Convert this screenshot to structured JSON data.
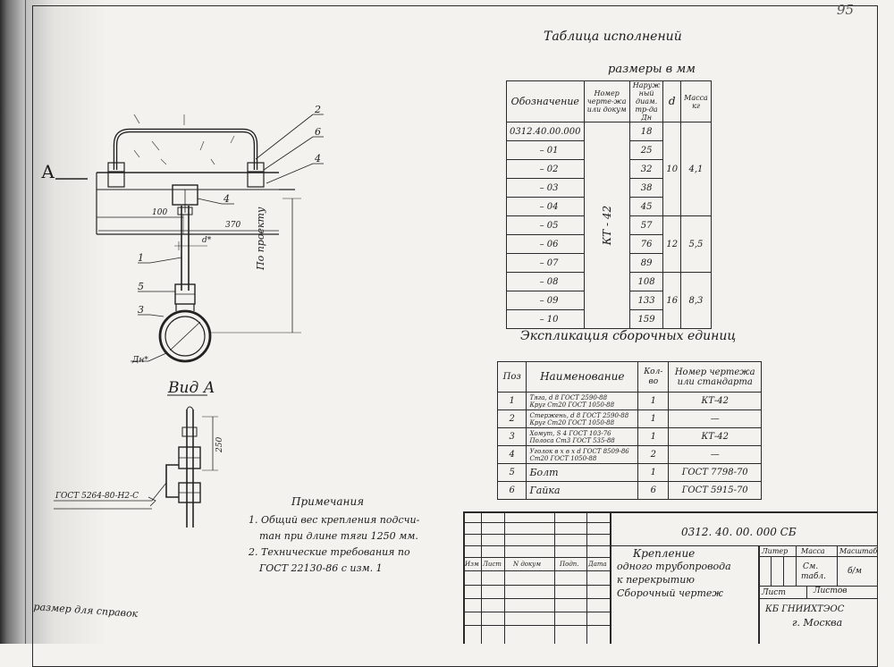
{
  "sheet": {
    "page_no": "95",
    "table_title": "Таблица исполнений",
    "table_units": "размеры в мм",
    "spec_title": "Экспликация сборочных единиц",
    "reference_note": "размер для справок"
  },
  "drawing": {
    "section_label": "А",
    "view_label": "Вид А",
    "part_labels": [
      "2",
      "6",
      "4",
      "4",
      "1",
      "5",
      "3"
    ],
    "dim_100": "100",
    "dim_370": "370",
    "dim_d": "d*",
    "dim_dn": "Дн*",
    "dim_project": "По проекту",
    "dim_250": "250",
    "standard_ref": "ГОСТ 5264-80-Н2-С"
  },
  "perf_table": {
    "headers": [
      "Обозначение",
      "Номер черте-жа или докум",
      "Наруж ный диам. тр-да Дн",
      "d",
      "Масса кг"
    ],
    "designations": [
      "0312.40.00.000",
      "– 01",
      "– 02",
      "– 03",
      "– 04",
      "– 05",
      "– 06",
      "– 07",
      "– 08",
      "– 09",
      "– 10"
    ],
    "doc_number": "КТ - 42",
    "dn": [
      "18",
      "25",
      "32",
      "38",
      "45",
      "57",
      "76",
      "89",
      "108",
      "133",
      "159"
    ],
    "d_groups": [
      "10",
      "12",
      "16"
    ],
    "mass_groups": [
      "4,1",
      "5,5",
      "8,3"
    ]
  },
  "spec_table": {
    "headers": [
      "Поз",
      "Наименование",
      "Кол-во",
      "Номер чертежа или стандарта"
    ],
    "rows": [
      {
        "pos": "1",
        "name_a": "Тяга,",
        "name_b": "Круг",
        "name_c": "d 8 ГОСТ 2590-88",
        "name_d": "Ст20 ГОСТ 1050-88",
        "qty": "1",
        "doc": "КТ-42"
      },
      {
        "pos": "2",
        "name_a": "Стержень,",
        "name_b": "Круг",
        "name_c": "d 8 ГОСТ 2590-88",
        "name_d": "Ст20 ГОСТ 1050-88",
        "qty": "1",
        "doc": "—"
      },
      {
        "pos": "3",
        "name_a": "Хомут,",
        "name_b": "Полоса",
        "name_c": "S 4 ГОСТ 103-76",
        "name_d": "Ст3 ГОСТ 535-88",
        "qty": "1",
        "doc": "КТ-42"
      },
      {
        "pos": "4",
        "name_a": "Уголок",
        "name_b": "",
        "name_c": "в х в х d ГОСТ 8509-86",
        "name_d": "Ст20 ГОСТ 1050-88",
        "qty": "2",
        "doc": "—"
      },
      {
        "pos": "5",
        "name_a": "Болт",
        "name_b": "",
        "name_c": "",
        "name_d": "",
        "qty": "1",
        "doc": "ГОСТ 7798-70"
      },
      {
        "pos": "6",
        "name_a": "Гайка",
        "name_b": "",
        "name_c": "",
        "name_d": "",
        "qty": "6",
        "doc": "ГОСТ 5915-70"
      }
    ]
  },
  "notes": {
    "title": "Примечания",
    "line1": "1. Общий вес крепления подсчи-",
    "line2": "тан при длине тяги 1250 мм.",
    "line3": "2. Технические требования по",
    "line4": "ГОСТ 22130-86 с изм. 1"
  },
  "stamp": {
    "doc_code": "0312. 40. 00. 000 СБ",
    "title1": "Крепление",
    "title2": "одного трубопровода",
    "title3": "к перекрытию",
    "title4": "Сборочный чертеж",
    "col_izm": "Изм",
    "col_list": "Лист",
    "col_ndoc": "N докум",
    "col_podp": "Подп.",
    "col_data": "Дата",
    "litera": "Литер",
    "massa": "Масса",
    "masshtab": "Масштаб",
    "massa_val1": "См.",
    "massa_val2": "табл.",
    "scale_val": "б/м",
    "sheet": "Лист",
    "sheets": "Листов",
    "org1": "КБ ГНИИХТЭОС",
    "org2": "г. Москва"
  }
}
